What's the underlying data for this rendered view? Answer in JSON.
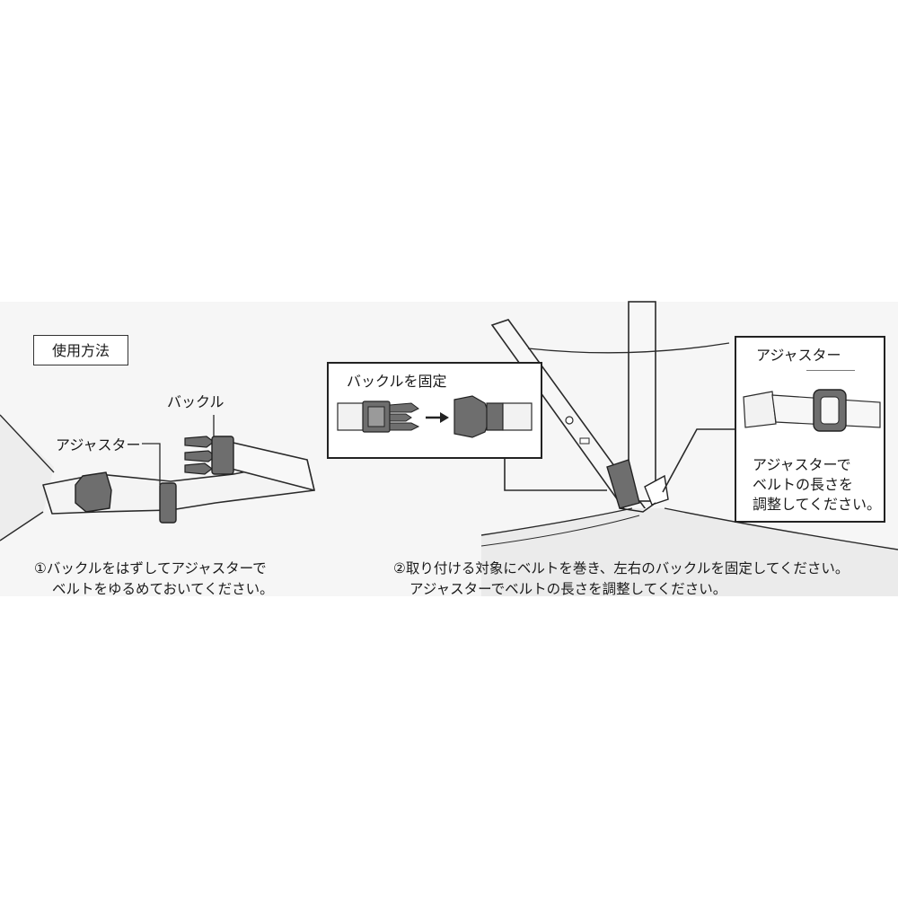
{
  "panel_left": {
    "title": "使用方法",
    "buckle_label": "バックル",
    "adjuster_label": "アジャスター",
    "step_line1": "①バックルをはずしてアジャスターで",
    "step_line2": "ベルトをゆるめておいてください。"
  },
  "panel_right": {
    "buckle_fix_title": "バックルを固定",
    "adjuster_title": "アジャスター",
    "adjuster_note_line1": "アジャスターで",
    "adjuster_note_line2": "ベルトの長さを",
    "adjuster_note_line3": "調整してください。",
    "step_line1": "②取り付ける対象にベルトを巻き、左右のバックルを固定してください。",
    "step_line2": "アジャスターでベルトの長さを調整してください。"
  },
  "colors": {
    "band_background": "#f6f6f6",
    "belt_fill": "#f2f2f2",
    "line": "#2a2a2a",
    "buckle_fill": "#6e6e6e"
  },
  "icons": [
    "belt-illustration",
    "buckle-icon",
    "adjuster-icon",
    "arrow-right-icon",
    "stroller-frame-illustration"
  ]
}
